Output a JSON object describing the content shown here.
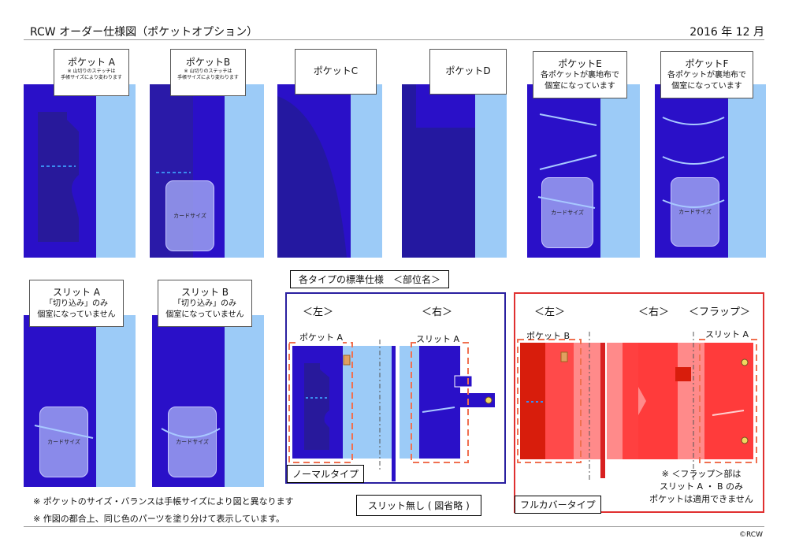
{
  "header": {
    "title": "RCW  オーダー仕様図（ポケットオプション）",
    "date": "2016 年 12 月"
  },
  "pockets": {
    "a": {
      "title": "ポケット A",
      "note1": "※ 山切りのステッチは",
      "note2": "手帳サイズにより変わります"
    },
    "b": {
      "title": "ポケットB",
      "note1": "※ 山切りのステッチは",
      "note2": "手帳サイズにより変わります",
      "card": "カードサイズ"
    },
    "c": {
      "title": "ポケットC"
    },
    "d": {
      "title": "ポケットD"
    },
    "e": {
      "title": "ポケットE",
      "line1": "各ポケットが裏地布で",
      "line2": "個室になっています",
      "card": "カードサイズ"
    },
    "f": {
      "title": "ポケットF",
      "line1": "各ポケットが裏地布で",
      "line2": "個室になっています",
      "card": "カードサイズ"
    }
  },
  "slits": {
    "a": {
      "title": "スリット A",
      "line1": "「切り込み」のみ",
      "line2": "個室になっていません",
      "card": "カードサイズ"
    },
    "b": {
      "title": "スリット B",
      "line1": "「切り込み」のみ",
      "line2": "個室になっていません",
      "card": "カードサイズ"
    }
  },
  "standard": {
    "title": "各タイプの標準仕様　＜部位名＞",
    "left": "＜左＞",
    "right": "＜右＞",
    "pocket_label": "ポケット A",
    "slit_label": "スリット A",
    "type_label": "ノーマルタイプ"
  },
  "fullcover": {
    "left": "＜左＞",
    "right": "＜右＞",
    "flap": "＜フラップ＞",
    "pocket_label": "ポケット B",
    "slit_label": "スリット A",
    "type_label": "フルカバータイプ",
    "note1": "※ ＜フラップ＞部は",
    "note2": "スリット A ・ B のみ",
    "note3": "ポケットは適用できません"
  },
  "no_slit": "スリット無し ( 図省略 )",
  "notes": {
    "n1": "※ ポケットのサイズ・バランスは手帳サイズにより図と異なります",
    "n2": "※ 作図の都合上、同じ色のパーツを塗り分けて表示しています。"
  },
  "footer": "©RCW",
  "colors": {
    "blue": "#2a10c8",
    "light_blue": "#9ccbf7",
    "red": "#ff3b3b",
    "dark_red": "#d81d0c",
    "orange_dash": "#f07050"
  }
}
